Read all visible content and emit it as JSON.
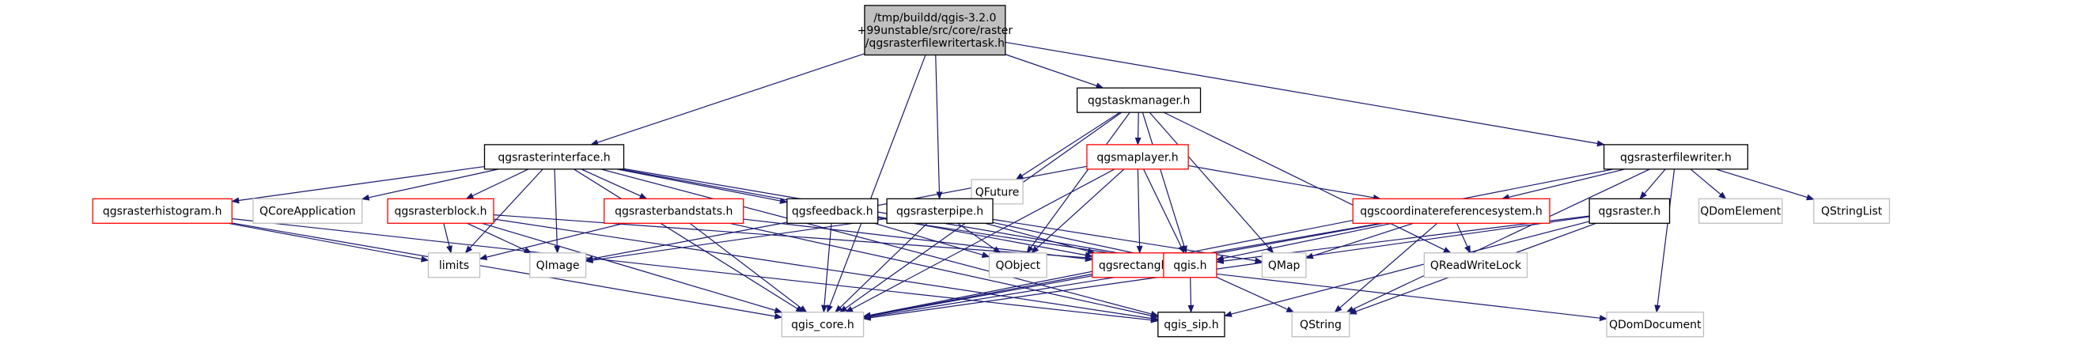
{
  "diagram": {
    "nodes": [
      {
        "id": "root",
        "lines": [
          "/tmp/buildd/qgis-3.2.0",
          "+99unstable/src/core/raster",
          "/qgsrasterfilewritertask.h"
        ],
        "style": "root"
      },
      {
        "id": "qgstaskmanager",
        "lines": [
          "qgstaskmanager.h"
        ],
        "style": "normal"
      },
      {
        "id": "qgsrasterinterface",
        "lines": [
          "qgsrasterinterface.h"
        ],
        "style": "normal"
      },
      {
        "id": "qgsrasterfilewriter",
        "lines": [
          "qgsrasterfilewriter.h"
        ],
        "style": "normal"
      },
      {
        "id": "qfuture",
        "lines": [
          "QFuture"
        ],
        "style": "external"
      },
      {
        "id": "qgsmaplayer",
        "lines": [
          "qgsmaplayer.h"
        ],
        "style": "truncated"
      },
      {
        "id": "qgsrasterhistogram",
        "lines": [
          "qgsrasterhistogram.h"
        ],
        "style": "truncated"
      },
      {
        "id": "qcoreapplication",
        "lines": [
          "QCoreApplication"
        ],
        "style": "external"
      },
      {
        "id": "qgsrasterblock",
        "lines": [
          "qgsrasterblock.h"
        ],
        "style": "truncated"
      },
      {
        "id": "qgsrasterbandstats",
        "lines": [
          "qgsrasterbandstats.h"
        ],
        "style": "truncated"
      },
      {
        "id": "qgsfeedback",
        "lines": [
          "qgsfeedback.h"
        ],
        "style": "normal"
      },
      {
        "id": "qgsrasterpipe",
        "lines": [
          "qgsrasterpipe.h"
        ],
        "style": "normal"
      },
      {
        "id": "qgscrs",
        "lines": [
          "qgscoordinatereferencesystem.h"
        ],
        "style": "truncated"
      },
      {
        "id": "qgsraster",
        "lines": [
          "qgsraster.h"
        ],
        "style": "normal"
      },
      {
        "id": "qdomelement",
        "lines": [
          "QDomElement"
        ],
        "style": "external"
      },
      {
        "id": "qstringlist",
        "lines": [
          "QStringList"
        ],
        "style": "external"
      },
      {
        "id": "limits",
        "lines": [
          "limits"
        ],
        "style": "external"
      },
      {
        "id": "qimage",
        "lines": [
          "QImage"
        ],
        "style": "external"
      },
      {
        "id": "qobject",
        "lines": [
          "QObject"
        ],
        "style": "external"
      },
      {
        "id": "qgsrectangle",
        "lines": [
          "qgsrectangle.h"
        ],
        "style": "truncated"
      },
      {
        "id": "qgis",
        "lines": [
          "qgis.h"
        ],
        "style": "truncated"
      },
      {
        "id": "qmap",
        "lines": [
          "QMap"
        ],
        "style": "external"
      },
      {
        "id": "qreadwritelock",
        "lines": [
          "QReadWriteLock"
        ],
        "style": "external"
      },
      {
        "id": "qgis_core",
        "lines": [
          "qgis_core.h"
        ],
        "style": "external"
      },
      {
        "id": "qgis_sip",
        "lines": [
          "qgis_sip.h"
        ],
        "style": "normal"
      },
      {
        "id": "qstring",
        "lines": [
          "QString"
        ],
        "style": "external"
      },
      {
        "id": "qdomdocument",
        "lines": [
          "QDomDocument"
        ],
        "style": "external"
      }
    ],
    "edges": [
      [
        "root",
        "qgstaskmanager"
      ],
      [
        "root",
        "qgsrasterinterface"
      ],
      [
        "root",
        "qgsrasterfilewriter"
      ],
      [
        "root",
        "qgsrasterpipe"
      ],
      [
        "root",
        "qgis_core"
      ],
      [
        "qgstaskmanager",
        "qfuture"
      ],
      [
        "qgstaskmanager",
        "qgsmaplayer"
      ],
      [
        "qgstaskmanager",
        "qobject"
      ],
      [
        "qgstaskmanager",
        "qgis"
      ],
      [
        "qgstaskmanager",
        "qmap"
      ],
      [
        "qgstaskmanager",
        "qreadwritelock"
      ],
      [
        "qgstaskmanager",
        "qgis_core"
      ],
      [
        "qgsrasterinterface",
        "qgsrasterhistogram"
      ],
      [
        "qgsrasterinterface",
        "qcoreapplication"
      ],
      [
        "qgsrasterinterface",
        "qgsrasterblock"
      ],
      [
        "qgsrasterinterface",
        "qgsrasterbandstats"
      ],
      [
        "qgsrasterinterface",
        "qgsfeedback"
      ],
      [
        "qgsrasterinterface",
        "limits"
      ],
      [
        "qgsrasterinterface",
        "qimage"
      ],
      [
        "qgsrasterinterface",
        "qgsrectangle"
      ],
      [
        "qgsrasterinterface",
        "qgis"
      ],
      [
        "qgsrasterinterface",
        "qgis_core"
      ],
      [
        "qgsrasterinterface",
        "qgis_sip"
      ],
      [
        "qgsmaplayer",
        "qgscrs"
      ],
      [
        "qgsmaplayer",
        "qgsrectangle"
      ],
      [
        "qgsmaplayer",
        "qobject"
      ],
      [
        "qgsmaplayer",
        "qimage"
      ],
      [
        "qgsmaplayer",
        "qgis"
      ],
      [
        "qgsmaplayer",
        "qgis_core"
      ],
      [
        "qgsrasterhistogram",
        "limits"
      ],
      [
        "qgsrasterhistogram",
        "qgis_core"
      ],
      [
        "qgsrasterhistogram",
        "qgis_sip"
      ],
      [
        "qgsrasterblock",
        "limits"
      ],
      [
        "qgsrasterblock",
        "qimage"
      ],
      [
        "qgsrasterblock",
        "qgis"
      ],
      [
        "qgsrasterblock",
        "qgis_core"
      ],
      [
        "qgsrasterblock",
        "qgis_sip"
      ],
      [
        "qgsrasterbandstats",
        "limits"
      ],
      [
        "qgsrasterbandstats",
        "qgsrectangle"
      ],
      [
        "qgsrasterbandstats",
        "qgis_core"
      ],
      [
        "qgsrasterbandstats",
        "qgis_sip"
      ],
      [
        "qgsfeedback",
        "qobject"
      ],
      [
        "qgsfeedback",
        "qgis_core"
      ],
      [
        "qgsfeedback",
        "qgis"
      ],
      [
        "qgsrasterpipe",
        "qimage"
      ],
      [
        "qgsrasterpipe",
        "qobject"
      ],
      [
        "qgsrasterpipe",
        "qgis_core"
      ],
      [
        "qgsrasterpipe",
        "qgis"
      ],
      [
        "qgsrasterpipe",
        "qgsrectangle"
      ],
      [
        "qgsrasterpipe",
        "qmap"
      ],
      [
        "qgsrasterfilewriter",
        "qgscrs"
      ],
      [
        "qgsrasterfilewriter",
        "qgsraster"
      ],
      [
        "qgsrasterfilewriter",
        "qdomelement"
      ],
      [
        "qgsrasterfilewriter",
        "qstringlist"
      ],
      [
        "qgsrasterfilewriter",
        "qdomdocument"
      ],
      [
        "qgsrasterfilewriter",
        "qgis_core"
      ],
      [
        "qgsrasterfilewriter",
        "qstring"
      ],
      [
        "qgscrs",
        "qgis"
      ],
      [
        "qgscrs",
        "qmap"
      ],
      [
        "qgscrs",
        "qreadwritelock"
      ],
      [
        "qgscrs",
        "qstring"
      ],
      [
        "qgscrs",
        "qgis_core"
      ],
      [
        "qgscrs",
        "qgsrectangle"
      ],
      [
        "qgsraster",
        "qgis"
      ],
      [
        "qgsraster",
        "qgis_core"
      ],
      [
        "qgsraster",
        "qgis_sip"
      ],
      [
        "qgsraster",
        "qstring"
      ],
      [
        "qgsrectangle",
        "qgis_core"
      ],
      [
        "qgsrectangle",
        "qdomdocument"
      ],
      [
        "qgis",
        "qgis_core"
      ],
      [
        "qgis",
        "qgis_sip"
      ],
      [
        "qgis",
        "qstring"
      ]
    ]
  }
}
